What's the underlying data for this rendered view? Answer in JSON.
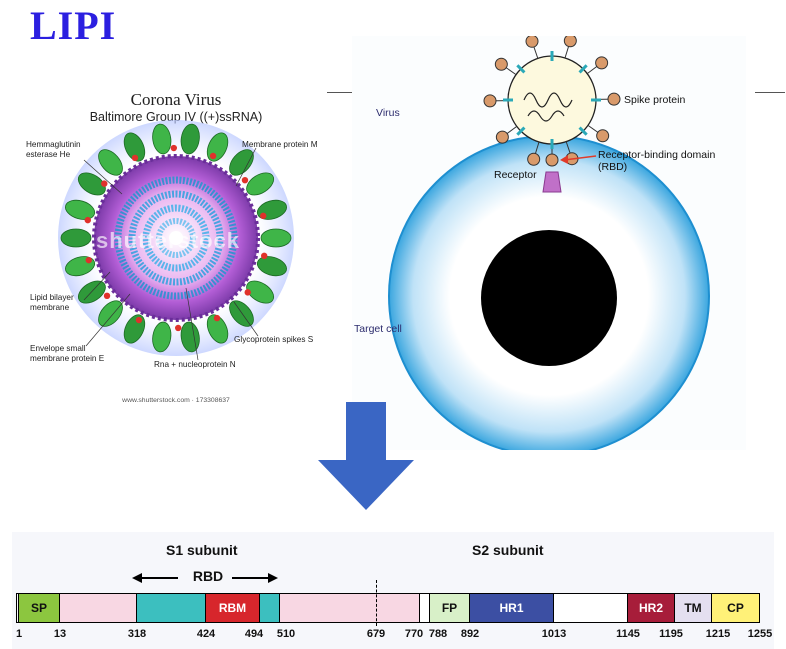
{
  "title": "LIPI",
  "virus": {
    "title": "Corona Virus",
    "subtitle": "Baltimore Group IV ((+)ssRNA)",
    "labels": {
      "he_line1": "Hemmaglutinin",
      "he_line2": "esterase He",
      "membrane_m": "Membrane protein M",
      "lipid_line1": "Lipid bilayer",
      "lipid_line2": "membrane",
      "envelope_line1": "Envelope small",
      "envelope_line2": "membrane protein E",
      "spikes": "Glycoprotein spikes S",
      "rna": "Rna + nucleoprotein N"
    },
    "watermark": "shutterstock",
    "credit": "www.shutterstock.com · 173308637"
  },
  "binding": {
    "virus_label": "Virus",
    "spike_label": "Spike protein",
    "rbd_label": "Receptor-binding domain (RBD)",
    "receptor_label": "Receptor",
    "cell_label": "Target cell",
    "colors": {
      "rbd_arrow": "#e03b2a",
      "receptor": "#c070c8",
      "cell_edge": "#2a9fdc"
    }
  },
  "domains": {
    "s1_label": "S1 subunit",
    "s2_label": "S2 subunit",
    "rbd_label": "RBD",
    "segments": [
      {
        "name": "SP",
        "start": 1,
        "end": 13,
        "color": "#8cc63f"
      },
      {
        "name": "",
        "start": 13,
        "end": 318,
        "color": "#f8d7e3"
      },
      {
        "name": "",
        "start": 318,
        "end": 424,
        "color": "#3cbfbf"
      },
      {
        "name": "RBM",
        "start": 424,
        "end": 494,
        "color": "#d7262c",
        "text_color": "#ffffff"
      },
      {
        "name": "",
        "start": 494,
        "end": 510,
        "color": "#3cbfbf"
      },
      {
        "name": "",
        "start": 510,
        "end": 770,
        "color": "#f8d7e3"
      },
      {
        "name": "",
        "start": 770,
        "end": 788,
        "color": "#ffffff"
      },
      {
        "name": "FP",
        "start": 788,
        "end": 892,
        "color": "#d8f0c8"
      },
      {
        "name": "HR1",
        "start": 892,
        "end": 1013,
        "color": "#3c4fa3",
        "text_color": "#ffffff"
      },
      {
        "name": "",
        "start": 1013,
        "end": 1145,
        "color": "#ffffff"
      },
      {
        "name": "HR2",
        "start": 1145,
        "end": 1195,
        "color": "#a71d3a",
        "text_color": "#ffffff"
      },
      {
        "name": "TM",
        "start": 1195,
        "end": 1215,
        "color": "#e4dff0"
      },
      {
        "name": "CP",
        "start": 1215,
        "end": 1255,
        "color": "#fff178"
      }
    ],
    "ticks": [
      "1",
      "13",
      "318",
      "424",
      "494",
      "510",
      "679",
      "770",
      "788",
      "892",
      "1013",
      "1145",
      "1195",
      "1215",
      "1255"
    ],
    "cleavage_site": 679
  },
  "colors": {
    "title": "#2b1fe0",
    "arrow": "#3a66c4"
  }
}
